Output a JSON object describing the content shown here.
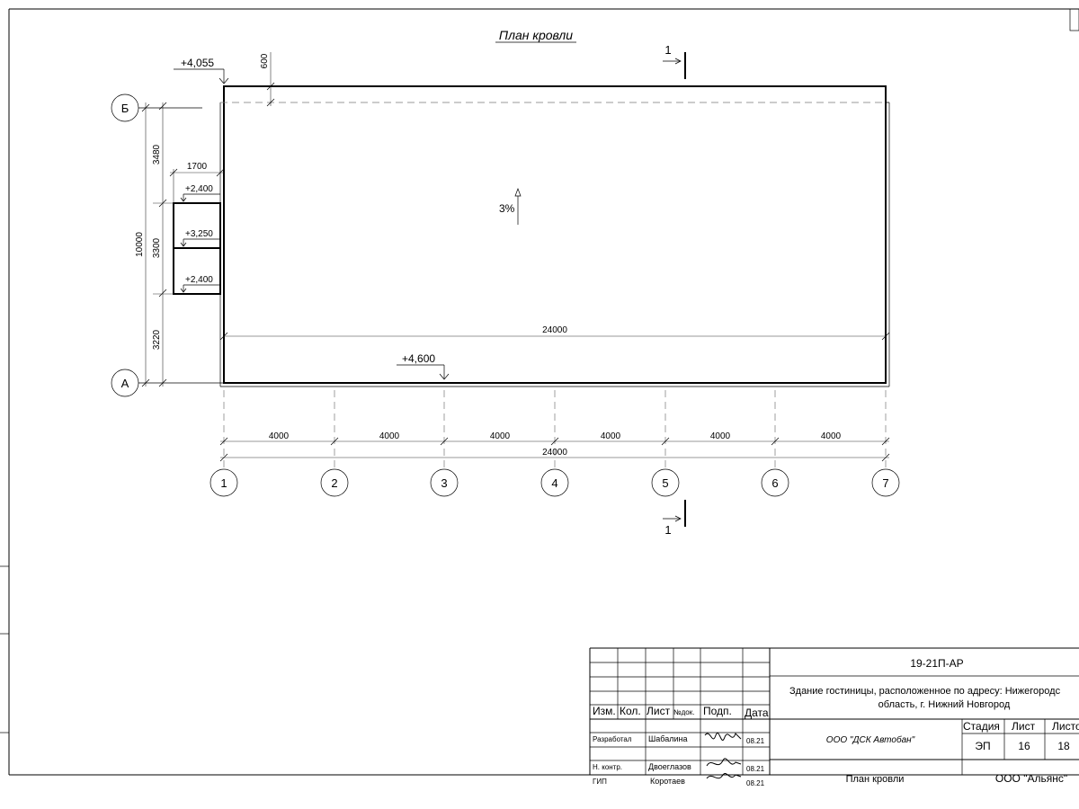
{
  "plan": {
    "title": "План кровли",
    "levels": {
      "parapet": "+4,055",
      "roof": "+4,600",
      "annex_top": "+2,400",
      "annex_mid": "+3,250",
      "annex_bottom": "+2,400"
    },
    "slope": "3%",
    "section_label": "1",
    "axes_letters": [
      "Б",
      "А"
    ],
    "axes_numbers": [
      "1",
      "2",
      "3",
      "4",
      "5",
      "6",
      "7"
    ],
    "dims": {
      "top_offset": "600",
      "left_total": "10000",
      "left_top": "3480",
      "left_mid": "3300",
      "left_bottom": "3220",
      "annex_width": "1700",
      "inside_width": "24000",
      "spans": [
        "4000",
        "4000",
        "4000",
        "4000",
        "4000",
        "4000"
      ],
      "overall": "24000"
    }
  },
  "title_block": {
    "code": "19-21П-АР",
    "project_line1": "Здание гостиницы, расположенное по адресу: Нижегородс",
    "project_line2": "область, г. Нижний Новгород",
    "headers": {
      "izm": "Изм.",
      "kol": "Кол.",
      "list": "Лист",
      "ndok": "№док.",
      "podp": "Подп.",
      "data": "Дата"
    },
    "rows": [
      {
        "role": "Разработал",
        "name": "Шабалина",
        "date": "08.21"
      },
      {
        "role": "Н. контр.",
        "name": "Двоеглазов",
        "date": "08.21"
      },
      {
        "role": "ГИП",
        "name": "Коротаев",
        "date": "08.21"
      }
    ],
    "organization": "ООО \"ДСК Автобан\"",
    "stage_label": "Стадия",
    "sheet_label": "Лист",
    "sheets_label": "Листо",
    "stage": "ЭП",
    "sheet": "16",
    "sheets": "18",
    "sheet_title": "План кровли",
    "company": "ООО \"Альянс\""
  }
}
